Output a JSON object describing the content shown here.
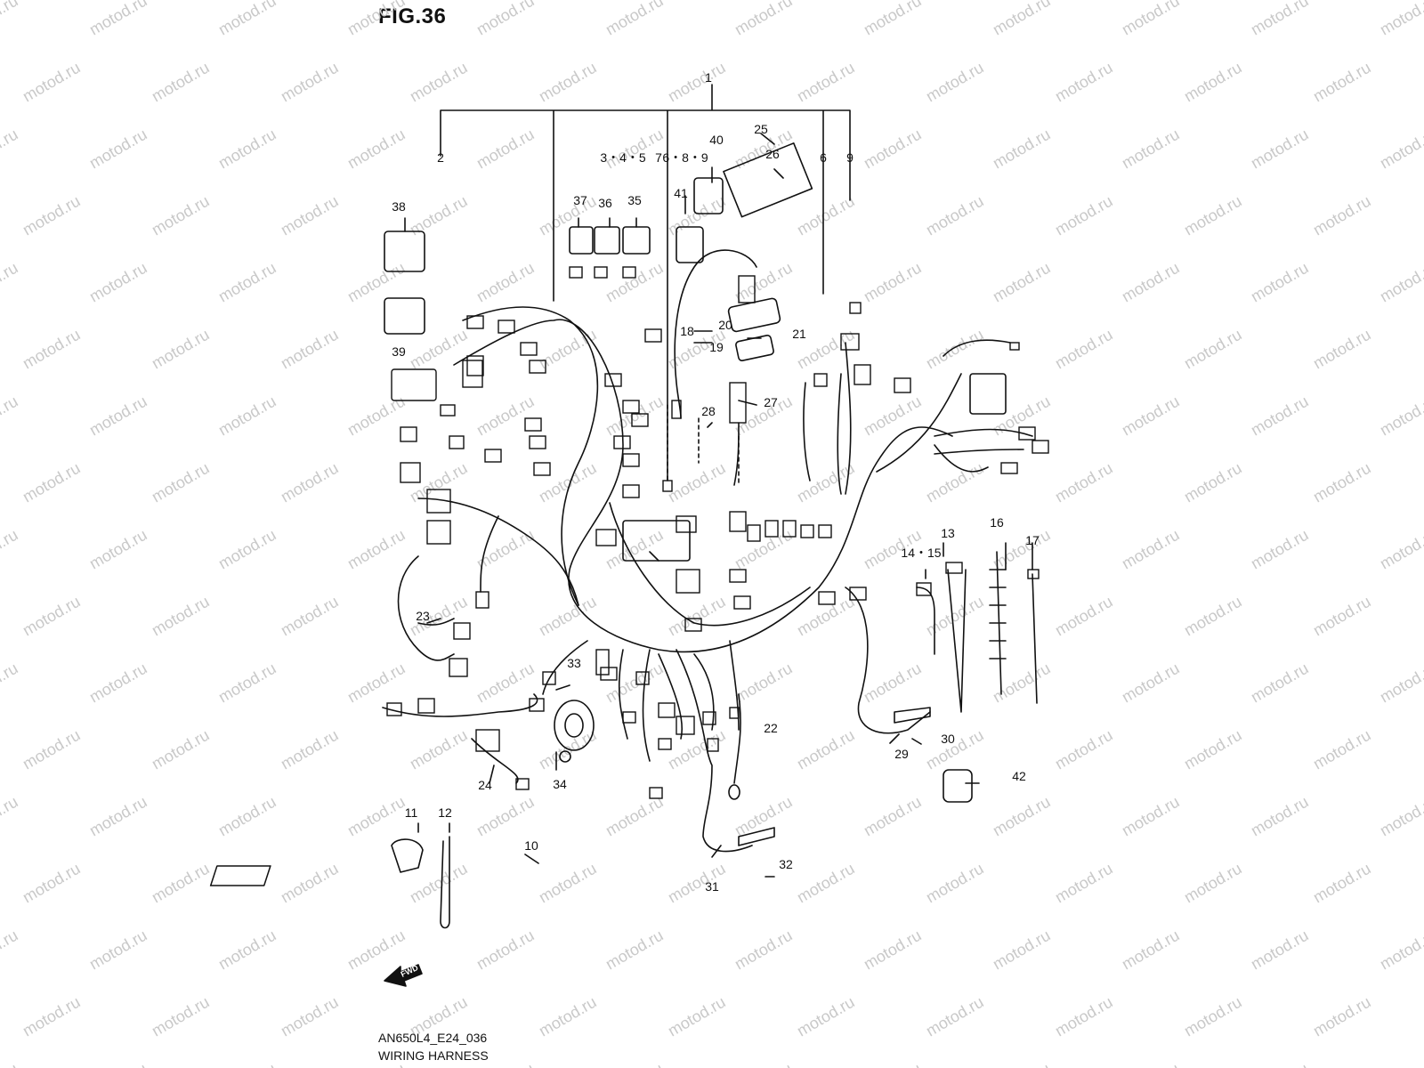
{
  "figure": {
    "title": "FIG.36",
    "code": "AN650L4_E24_036",
    "name": "WIRING HARNESS",
    "fwd_label": "FWD",
    "watermark": "motod.ru"
  },
  "callouts": [
    {
      "id": "c1",
      "label": "1"
    },
    {
      "id": "c2",
      "label": "2"
    },
    {
      "id": "c3",
      "label": "3・4・5"
    },
    {
      "id": "c7",
      "label": "7"
    },
    {
      "id": "c6a",
      "label": "6・8・9"
    },
    {
      "id": "c6",
      "label": "6"
    },
    {
      "id": "c9",
      "label": "9"
    },
    {
      "id": "c10",
      "label": "10"
    },
    {
      "id": "c11",
      "label": "11"
    },
    {
      "id": "c12",
      "label": "12"
    },
    {
      "id": "c13",
      "label": "13"
    },
    {
      "id": "c14",
      "label": "14・15"
    },
    {
      "id": "c16",
      "label": "16"
    },
    {
      "id": "c17",
      "label": "17"
    },
    {
      "id": "c18",
      "label": "18"
    },
    {
      "id": "c19",
      "label": "19"
    },
    {
      "id": "c20",
      "label": "20"
    },
    {
      "id": "c21",
      "label": "21"
    },
    {
      "id": "c22",
      "label": "22"
    },
    {
      "id": "c23",
      "label": "23"
    },
    {
      "id": "c24",
      "label": "24"
    },
    {
      "id": "c25",
      "label": "25"
    },
    {
      "id": "c26",
      "label": "26"
    },
    {
      "id": "c27",
      "label": "27"
    },
    {
      "id": "c28",
      "label": "28"
    },
    {
      "id": "c29",
      "label": "29"
    },
    {
      "id": "c30",
      "label": "30"
    },
    {
      "id": "c31",
      "label": "31"
    },
    {
      "id": "c32",
      "label": "32"
    },
    {
      "id": "c33",
      "label": "33"
    },
    {
      "id": "c34",
      "label": "34"
    },
    {
      "id": "c35",
      "label": "35"
    },
    {
      "id": "c36",
      "label": "36"
    },
    {
      "id": "c37",
      "label": "37"
    },
    {
      "id": "c38",
      "label": "38"
    },
    {
      "id": "c39",
      "label": "39"
    },
    {
      "id": "c40",
      "label": "40"
    },
    {
      "id": "c41",
      "label": "41"
    },
    {
      "id": "c42",
      "label": "42"
    }
  ]
}
